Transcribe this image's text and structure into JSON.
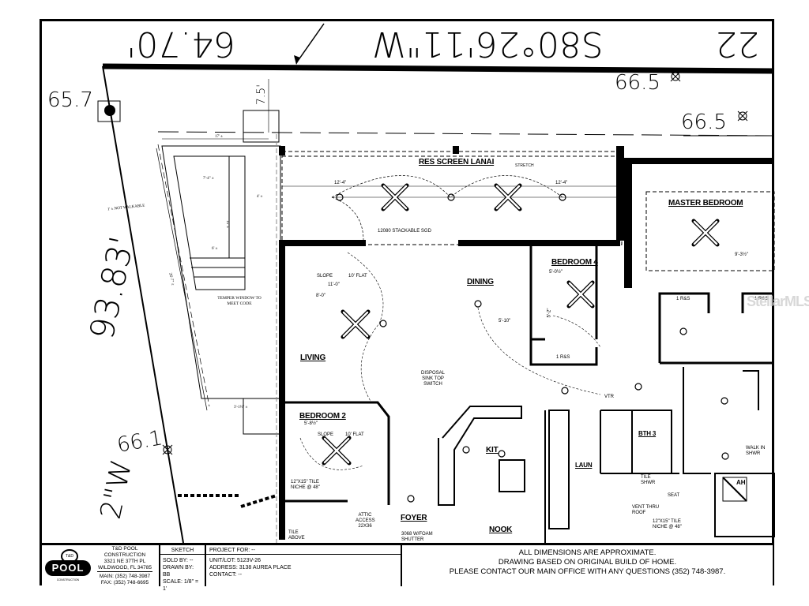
{
  "survey": {
    "bearing_top": "S80°26'11\"W",
    "distance_top": "64.70'",
    "corner_label_top_right": "22",
    "distance_left": "93.83'",
    "bearing_left_partial": "2\"W",
    "elevations": [
      "65.7",
      "66.5",
      "66.5",
      "66.1"
    ],
    "setback": "7.5'"
  },
  "pool": {
    "overall_width": "17' ±",
    "step_width": "7'-4\" ±",
    "deck_to_house": "4' ±",
    "length": "15' ±",
    "shallow_width": "6' ±",
    "side_length": "26'-7\" ±",
    "bottom_offset": "3'-1½\" ±",
    "not_walkable_note": "1' ± NOT WALKABLE",
    "temper_note": "TEMPER WINDOW TO MEET CODE"
  },
  "rooms": {
    "lanai": "RES SCREEN LANAI",
    "master_bedroom": "MASTER BEDROOM",
    "bedroom4": "BEDROOM 4",
    "dining": "DINING",
    "living": "LIVING",
    "bedroom2": "BEDROOM 2",
    "kitchen": "KIT",
    "foyer": "FOYER",
    "nook": "NOOK",
    "laundry": "LAUN",
    "bath3": "BTH 3",
    "walk_in_shower": "WALK IN SHWR",
    "ah": "AH"
  },
  "annotations": {
    "lanai_dim_left": "12'-4\"",
    "lanai_dim_right": "12'-4\"",
    "stretch": "STRETCH",
    "stacking_door": "12080 STACKABLE SGD",
    "slope": "SLOPE",
    "flat_10": "10' FLAT",
    "living_11": "11'-0\"",
    "living_8": "8'-0\"",
    "dining_5_10": "5'-10\"",
    "bed4_width": "5'-0½\"",
    "bed4_depth": "5'-2\"",
    "master_dim": "9'-3½\"",
    "bed2_dim": "5'-8½\"",
    "disposal": "DISPOSAL SINK TOP SWITCH",
    "tile_niche": "12\"X15\" TILE NICHE @ 48\"",
    "attic_access": "ATTIC ACCESS 22X36",
    "foyer_shutter": "3068 W/FOAM SHUTTER",
    "vent_roof": "VENT THRU ROOF",
    "tile_above": "TILE ABOVE",
    "ris": "1 R&S",
    "tile_shwr": "TILE SHWR",
    "seat": "SEAT",
    "vtr": "VTR"
  },
  "title_block": {
    "company": "T&D POOL CONSTRUCTION",
    "address1": "3321 NE 37TH PL",
    "address2": "WILDWOOD, FL 34785",
    "main": "MAIN: (352) 748-3987",
    "fax": "FAX: (352) 748-6695",
    "logo_top": "T&D",
    "logo_main": "POOL",
    "logo_bottom": "CONSTRUCTION",
    "sketch_header": "SKETCH",
    "sold_by": "SOLD BY: --",
    "drawn_by": "DRAWN BY: BB",
    "scale": "SCALE: 1/8\" = 1'",
    "project_for": "PROJECT FOR: --",
    "unit_lot": "UNIT/LOT: 5123V-26",
    "address": "ADDRESS: 3138 AUREA PLACE",
    "contact": "CONTACT: --",
    "notice_line1": "ALL DIMENSIONS ARE APPROXIMATE.",
    "notice_line2": "DRAWING BASED ON ORIGINAL BUILD OF HOME.",
    "notice_line3": "PLEASE CONTACT OUR MAIN OFFICE WITH ANY QUESTIONS (352) 748-3987."
  },
  "watermark": "StellarMLS"
}
